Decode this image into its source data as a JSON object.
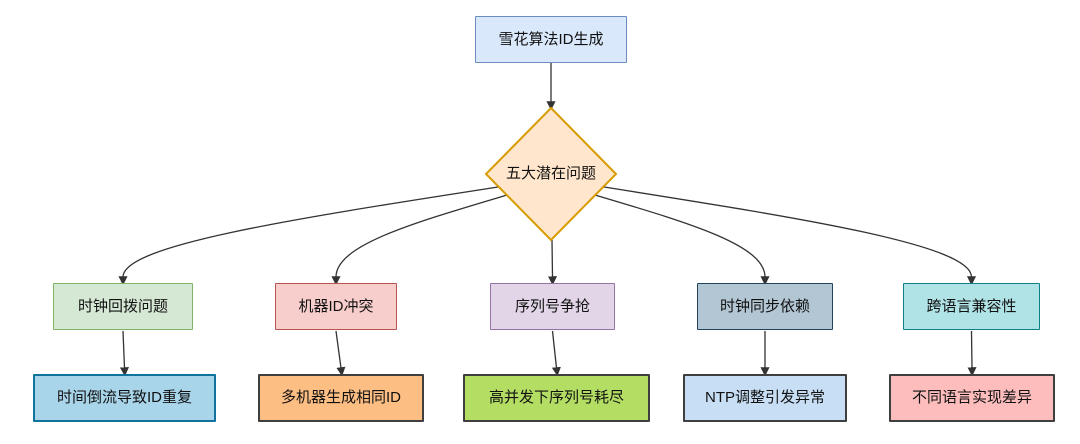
{
  "flowchart": {
    "edge_color": "#333333",
    "root": {
      "label": "雪花算法ID生成",
      "fill": "#dae8fc",
      "border": "#6c8ebf"
    },
    "decision": {
      "label": "五大潜在问题",
      "fill": "#ffe6cc",
      "border": "#d79b00"
    },
    "branches": [
      {
        "problem": {
          "label": "时钟回拨问题",
          "fill": "#d5e8d4",
          "border": "#82b366"
        },
        "consequence": {
          "label": "时间倒流导致ID重复",
          "fill": "#a8d5ea",
          "border": "#10739e"
        }
      },
      {
        "problem": {
          "label": "机器ID冲突",
          "fill": "#f8cecc",
          "border": "#b85450"
        },
        "consequence": {
          "label": "多机器生成相同ID",
          "fill": "#fcbe82",
          "border": "#3f3f3f"
        }
      },
      {
        "problem": {
          "label": "序列号争抢",
          "fill": "#e1d5e7",
          "border": "#9673a6"
        },
        "consequence": {
          "label": "高并发下序列号耗尽",
          "fill": "#b4de63",
          "border": "#3f3f3f"
        }
      },
      {
        "problem": {
          "label": "时钟同步依赖",
          "fill": "#b3c6d3",
          "border": "#23445d"
        },
        "consequence": {
          "label": "NTP调整引发异常",
          "fill": "#c7def4",
          "border": "#3f3f3f"
        }
      },
      {
        "problem": {
          "label": "跨语言兼容性",
          "fill": "#b0e3e6",
          "border": "#0e8088"
        },
        "consequence": {
          "label": "不同语言实现差异",
          "fill": "#fdbdbd",
          "border": "#3f3f3f"
        }
      }
    ]
  }
}
